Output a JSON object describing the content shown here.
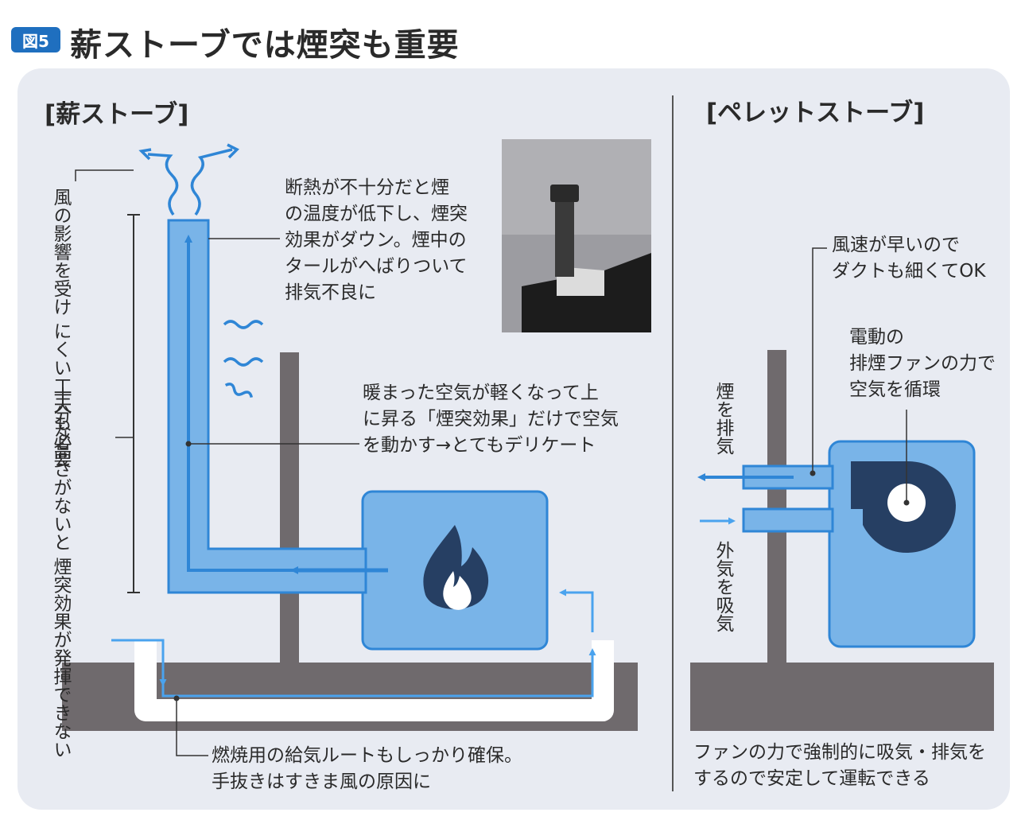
{
  "figure": {
    "badge": "図5",
    "title": "薪ストーブでは煙突も重要"
  },
  "wood_stove": {
    "heading": "[薪ストーブ]",
    "note_wind": "風の影響を受け\nにくい工夫も必要",
    "note_height": "十分な高さがないと\n煙突効果が発揮できない",
    "note_insulation": "断熱が不十分だと煙\nの温度が低下し、煙突\n効果がダウン。煙中の\nタールがへばりついて\n排気不良に",
    "note_chimney_effect": "暖まった空気が軽くなって上\nに昇る「煙突効果」だけで空気\nを動かす→とてもデリケート",
    "note_air_route": "燃焼用の給気ルートもしっかり確保。\n手抜きはすきま風の原因に"
  },
  "pellet_stove": {
    "heading": "[ペレットストーブ]",
    "note_duct": "風速が早いので\nダクトも細くてOK",
    "note_fan": "電動の\n排煙ファンの力で\n空気を循環",
    "label_exhaust": "煙を排気",
    "label_intake": "外気を吸気",
    "note_bottom": "ファンの力で強制的に吸気・排気を\nするので安定して運転できる"
  },
  "colors": {
    "accent_blue": "#2f86d6",
    "stove_fill": "#79b4e8",
    "wall": "#6f6a6d",
    "fan_dark": "#263f63"
  }
}
